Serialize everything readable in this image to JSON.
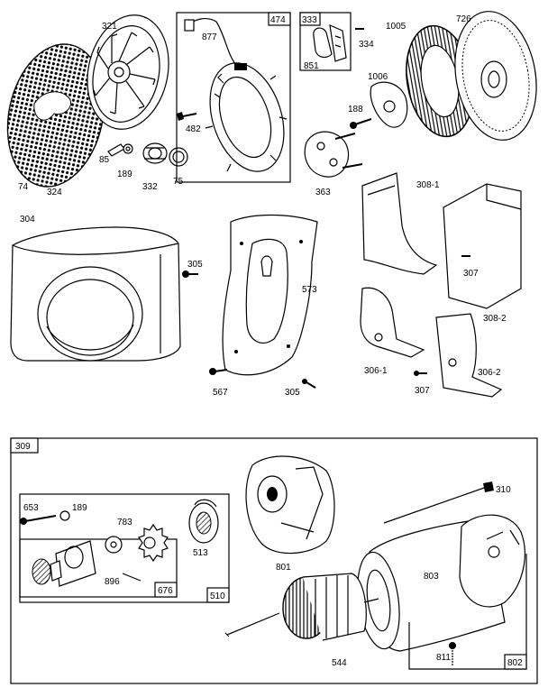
{
  "callouts": {
    "c321": "321",
    "c474": "474",
    "c877": "877",
    "c333": "333",
    "c334": "334",
    "c851": "851",
    "c1005": "1005",
    "c726": "726",
    "c1006": "1006",
    "c188": "188",
    "c482": "482",
    "c85": "85",
    "c189a": "189",
    "c332": "332",
    "c75": "75",
    "c74": "74",
    "c324": "324",
    "c363": "363",
    "c304": "304",
    "c305a": "305",
    "c573": "573",
    "c567": "567",
    "c305b": "305",
    "c3081a": "308-1",
    "c307a": "307",
    "c3082a": "308-2",
    "c3061": "306-1",
    "c307b": "307",
    "c3062": "306-2",
    "c309": "309",
    "c310": "310",
    "c653": "653",
    "c189b": "189",
    "c783": "783",
    "c513": "513",
    "c896": "896",
    "c676": "676",
    "c510": "510",
    "c801": "801",
    "c803": "803",
    "c544": "544",
    "c811": "811",
    "c802": "802"
  }
}
